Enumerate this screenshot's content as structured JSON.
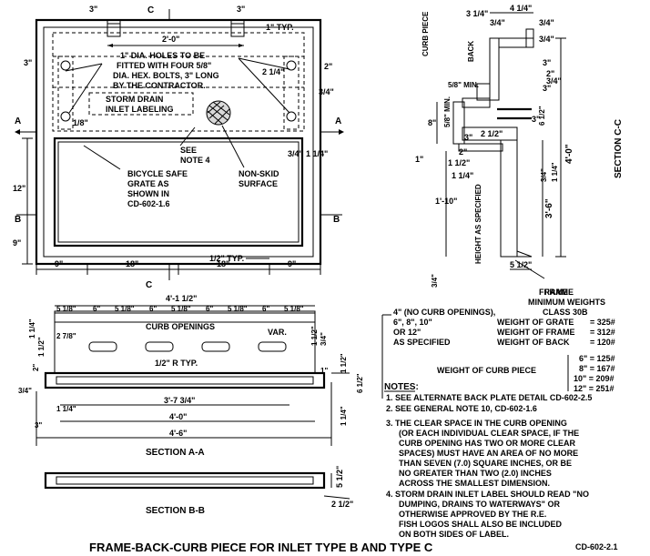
{
  "plan_view": {
    "dims_top": [
      "3\"",
      "C",
      "3\"",
      "1\" TYP.",
      "2'-0\""
    ],
    "dims_left": [
      "3\"",
      "12\"",
      "9\""
    ],
    "dims_right_small": [
      "2 1/4\"",
      "2\"",
      "3/4\""
    ],
    "dims_bottom": [
      "9\"",
      "18\"",
      "18\"",
      "9\""
    ],
    "typ_half": "1/2\" TYP.",
    "section_marks": [
      "A",
      "A",
      "B",
      "B",
      "C"
    ],
    "bolt_note": [
      "1\" DIA. HOLES TO BE",
      "FITTED WITH FOUR 5/8\"",
      "DIA. HEX. BOLTS, 3\" LONG",
      "BY THE CONTRACTOR."
    ],
    "label_note": [
      "STORM DRAIN",
      "INLET LABELING"
    ],
    "one_eighth": "1/8\"",
    "see_note": [
      "SEE",
      "NOTE 4"
    ],
    "grate_note": [
      "BICYCLE SAFE",
      "GRATE AS",
      "SHOWN IN",
      "CD-602-1.6"
    ],
    "nonskid": [
      "NON-SKID",
      "SURFACE"
    ],
    "side_dims": [
      "3/4\"",
      "1 1/4\""
    ]
  },
  "section_c": {
    "title": "SECTION C-C",
    "labels": [
      "CURB PIECE",
      "BACK",
      "HEIGHT AS SPECIFIED",
      "FRAME"
    ],
    "dims": [
      "3 1/4\"",
      "4 1/4\"",
      "3/4\"",
      "3/4\"",
      "3/4\"",
      "3\"",
      "3\"",
      "2\"",
      "3/4\"",
      "5/8\" MIN.",
      "5/8\" MIN.",
      "8\"",
      "2 1/2\"",
      "6 1/2\"",
      "3\"",
      "2\"",
      "3\"",
      "1 1/2\"",
      "1 1/4\"",
      "1\"",
      "3/4\"",
      "1 1/4\"",
      "3'-6\"",
      "4'-0\"",
      "1'-10\"",
      "3/4\"",
      "5 1/2\""
    ]
  },
  "section_a": {
    "title": "SECTION A-A",
    "overall": "4'-1 1/2\"",
    "openings_row": [
      "5 1/8\"",
      "6\"",
      "5 1/8\"",
      "6\"",
      "5 1/8\"",
      "6\"",
      "5 1/8\"",
      "6\"",
      "5 1/8\""
    ],
    "curb_openings": "CURB OPENINGS",
    "var": "VAR.",
    "r_typ": "1/2\" R TYP.",
    "dims": [
      "2 7/8\"",
      "1 1/4\"",
      "1 1/2\"",
      "2\"",
      "1 1/2\"",
      "3/4\"",
      "1\"",
      "1 1/2\"",
      "6 1/2\"",
      "3/4\"",
      "1 1/4\"",
      "3\"",
      "1 1/4\""
    ],
    "bottom_dims": [
      "3'-7 3/4\"",
      "4'-0\"",
      "4'-6\""
    ]
  },
  "section_b": {
    "title": "SECTION B-B",
    "dims": [
      "5 1/2\"",
      "2 1/2\""
    ]
  },
  "weights": {
    "curb_heights": [
      "4\" (NO CURB OPENINGS),",
      "6\", 8\", 10\"",
      "OR 12\"",
      "AS SPECIFIED"
    ],
    "frame_header": [
      "FRAME",
      "MINIMUM WEIGHTS",
      "CLASS 30B"
    ],
    "rows": [
      {
        "label": "WEIGHT OF GRATE",
        "value": "= 325#"
      },
      {
        "label": "WEIGHT OF FRAME",
        "value": "= 312#"
      },
      {
        "label": "WEIGHT OF BACK",
        "value": "= 120#"
      }
    ],
    "curb_label": "WEIGHT OF CURB PIECE",
    "curb_rows": [
      "6\" = 125#",
      "8\" = 167#",
      "10\" = 209#",
      "12\" = 251#"
    ]
  },
  "notes": {
    "heading": "NOTES:",
    "items": [
      [
        "1. SEE ALTERNATE BACK PLATE DETAIL CD-602-2.5"
      ],
      [
        "2. SEE GENERAL NOTE 10, CD-602-1.6"
      ],
      [
        "3. THE CLEAR SPACE IN THE CURB OPENING",
        "(OR EACH INDIVIDUAL CLEAR SPACE, IF THE",
        "CURB OPENING HAS TWO OR MORE CLEAR",
        "SPACES) MUST HAVE AN AREA OF NO MORE",
        "THAN SEVEN (7.0) SQUARE INCHES, OR BE",
        "NO GREATER THAN TWO (2.0) INCHES",
        "ACROSS THE SMALLEST DIMENSION."
      ],
      [
        "4. STORM DRAIN INLET LABEL SHOULD READ \"NO",
        "DUMPING, DRAINS TO WATERWAYS\" OR",
        "OTHERWISE APPROVED BY THE R.E.",
        "FISH LOGOS SHALL ALSO BE INCLUDED",
        "ON BOTH SIDES OF LABEL."
      ]
    ]
  },
  "footer": {
    "title": "FRAME-BACK-CURB PIECE FOR INLET TYPE B AND TYPE C",
    "code": "CD-602-2.1"
  }
}
